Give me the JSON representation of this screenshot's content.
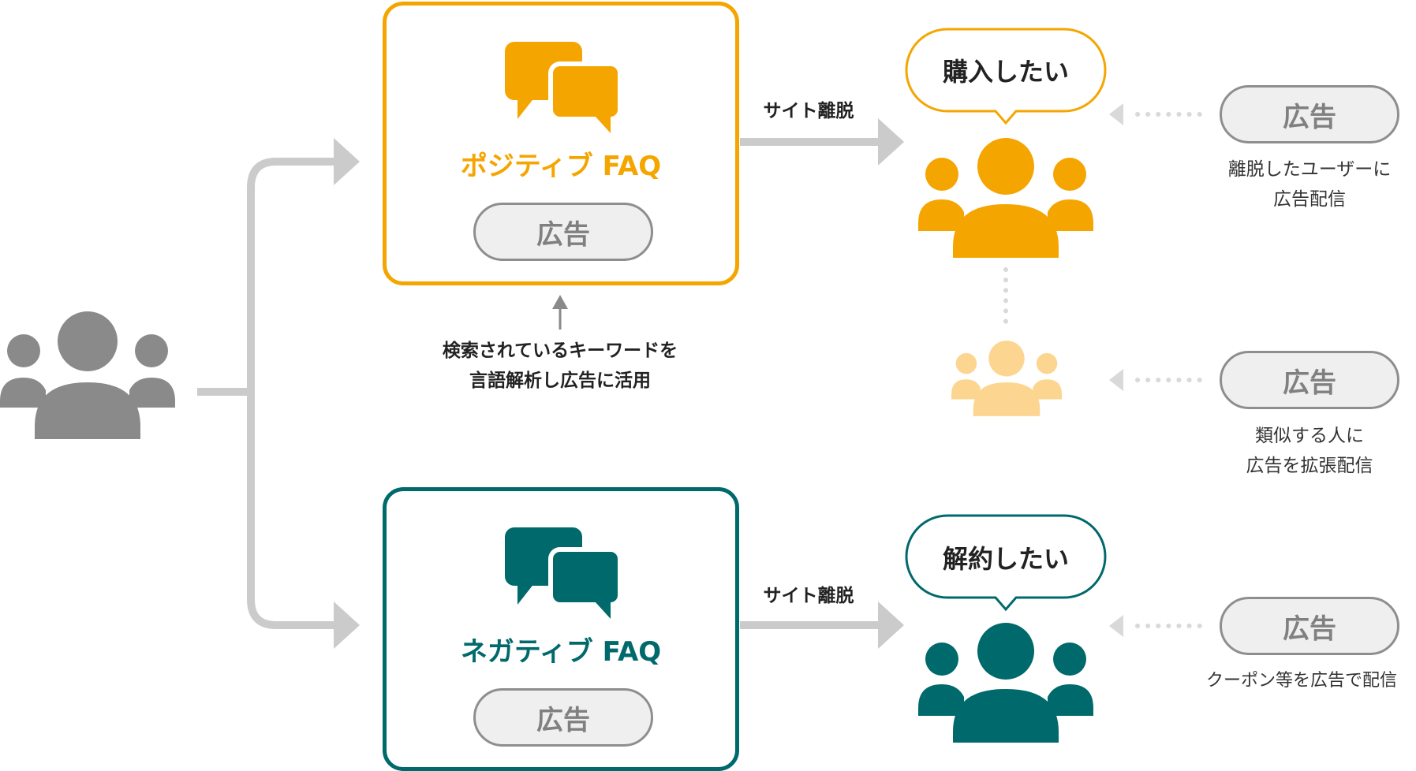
{
  "colors": {
    "positive": "#f5a500",
    "positive_light": "#fcd690",
    "negative": "#00696b",
    "user_gray": "#8a8a8a",
    "arrow_gray": "#cbcbcb",
    "pill_border": "#8e8e8e",
    "pill_fill": "#efefef",
    "pill_text": "#808080"
  },
  "positive_faq": {
    "title": "ポジティブ FAQ",
    "ad_label": "広告"
  },
  "negative_faq": {
    "title": "ネガティブ FAQ",
    "ad_label": "広告"
  },
  "search_note": {
    "line1": "検索されているキーワードを",
    "line2": "言語解析し広告に活用"
  },
  "exit_label_top": "サイト離脱",
  "exit_label_bottom": "サイト離脱",
  "bubble_buy": "購入したい",
  "bubble_cancel": "解約したい",
  "ad_exit_users": {
    "label": "広告",
    "desc_line1": "離脱したユーザーに",
    "desc_line2": "広告配信"
  },
  "ad_lookalike": {
    "label": "広告",
    "desc_line1": "類似する人に",
    "desc_line2": "広告を拡張配信"
  },
  "ad_coupon": {
    "label": "広告",
    "desc_line1": "クーポン等を広告で配信"
  }
}
